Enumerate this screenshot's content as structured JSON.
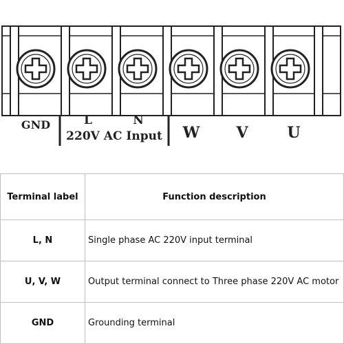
{
  "diagram": {
    "terminals": [
      "GND",
      "L",
      "N",
      "W",
      "V",
      "U"
    ],
    "group_label": "220V AC Input"
  },
  "table": {
    "headers": [
      "Terminal label",
      "Function description"
    ],
    "rows": [
      {
        "label": "L, N",
        "description": "Single phase AC 220V input terminal"
      },
      {
        "label": "U, V, W",
        "description": "Output terminal connect to Three phase 220V AC motor"
      },
      {
        "label": "GND",
        "description": "Grounding terminal"
      }
    ]
  },
  "colors": {
    "line": "#222222",
    "fill": "#ffffff",
    "grid": "#bfbfbf"
  }
}
